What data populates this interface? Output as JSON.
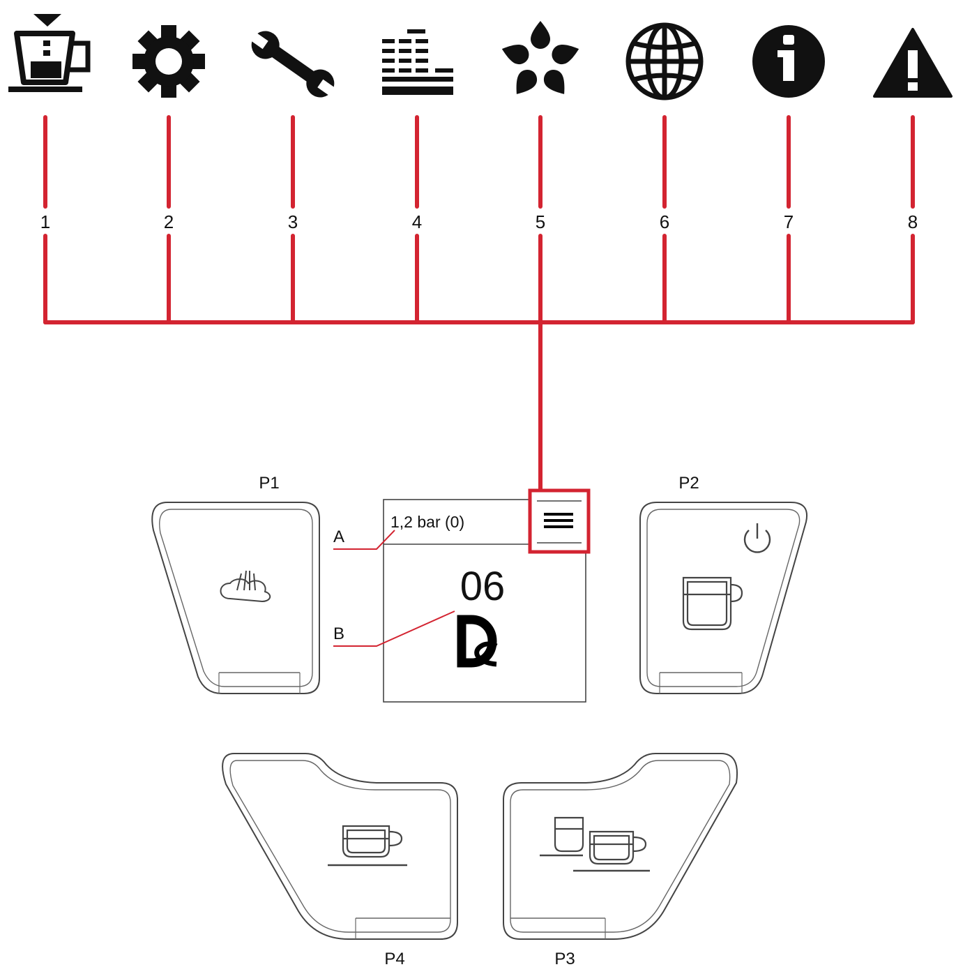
{
  "accent_color": "#d32431",
  "menu_items": [
    {
      "number": "1",
      "icon": "coffee-filter-icon"
    },
    {
      "number": "2",
      "icon": "gear-icon"
    },
    {
      "number": "3",
      "icon": "wrench-icon"
    },
    {
      "number": "4",
      "icon": "level-bars-icon"
    },
    {
      "number": "5",
      "icon": "drops-flower-icon"
    },
    {
      "number": "6",
      "icon": "globe-icon"
    },
    {
      "number": "7",
      "icon": "info-icon"
    },
    {
      "number": "8",
      "icon": "warning-icon"
    }
  ],
  "buttons": {
    "p1": {
      "label": "P1",
      "icon": "steam-icon"
    },
    "p2": {
      "label": "P2",
      "icon": "power-cup-icon"
    },
    "p3": {
      "label": "P3",
      "icon": "two-cups-icon"
    },
    "p4": {
      "label": "P4",
      "icon": "single-cup-icon"
    }
  },
  "display": {
    "pressure": "1,2 bar (0)",
    "count": "06",
    "menu_icon": "hamburger-menu-icon"
  },
  "callouts": {
    "a": "A",
    "b": "B"
  }
}
